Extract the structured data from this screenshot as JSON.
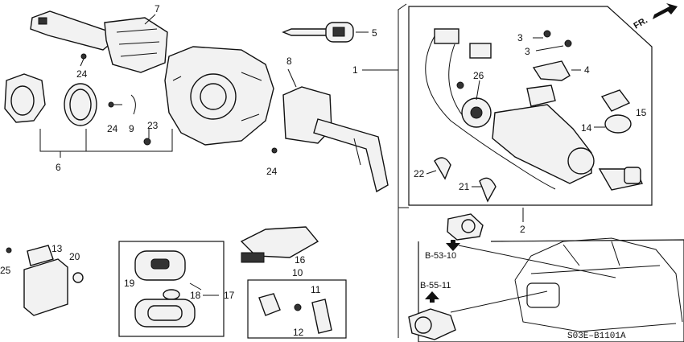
{
  "callouts": {
    "c1": "1",
    "c2": "2",
    "c3a": "3",
    "c3b": "3",
    "c4": "4",
    "c5": "5",
    "c6": "6",
    "c7": "7",
    "c8": "8",
    "c9": "9",
    "c10": "10",
    "c11": "11",
    "c12": "12",
    "c13": "13",
    "c14": "14",
    "c15": "15",
    "c16": "16",
    "c17": "17",
    "c18": "18",
    "c19": "19",
    "c20": "20",
    "c21": "21",
    "c22": "22",
    "c23": "23",
    "c24a": "24",
    "c24b": "24",
    "c24c": "24",
    "c25": "25",
    "c26": "26"
  },
  "refs": {
    "r1": "B-53-10",
    "r2": "B-55-11"
  },
  "direction_label": "FR.",
  "diagram_code": "S03E–B1101A"
}
